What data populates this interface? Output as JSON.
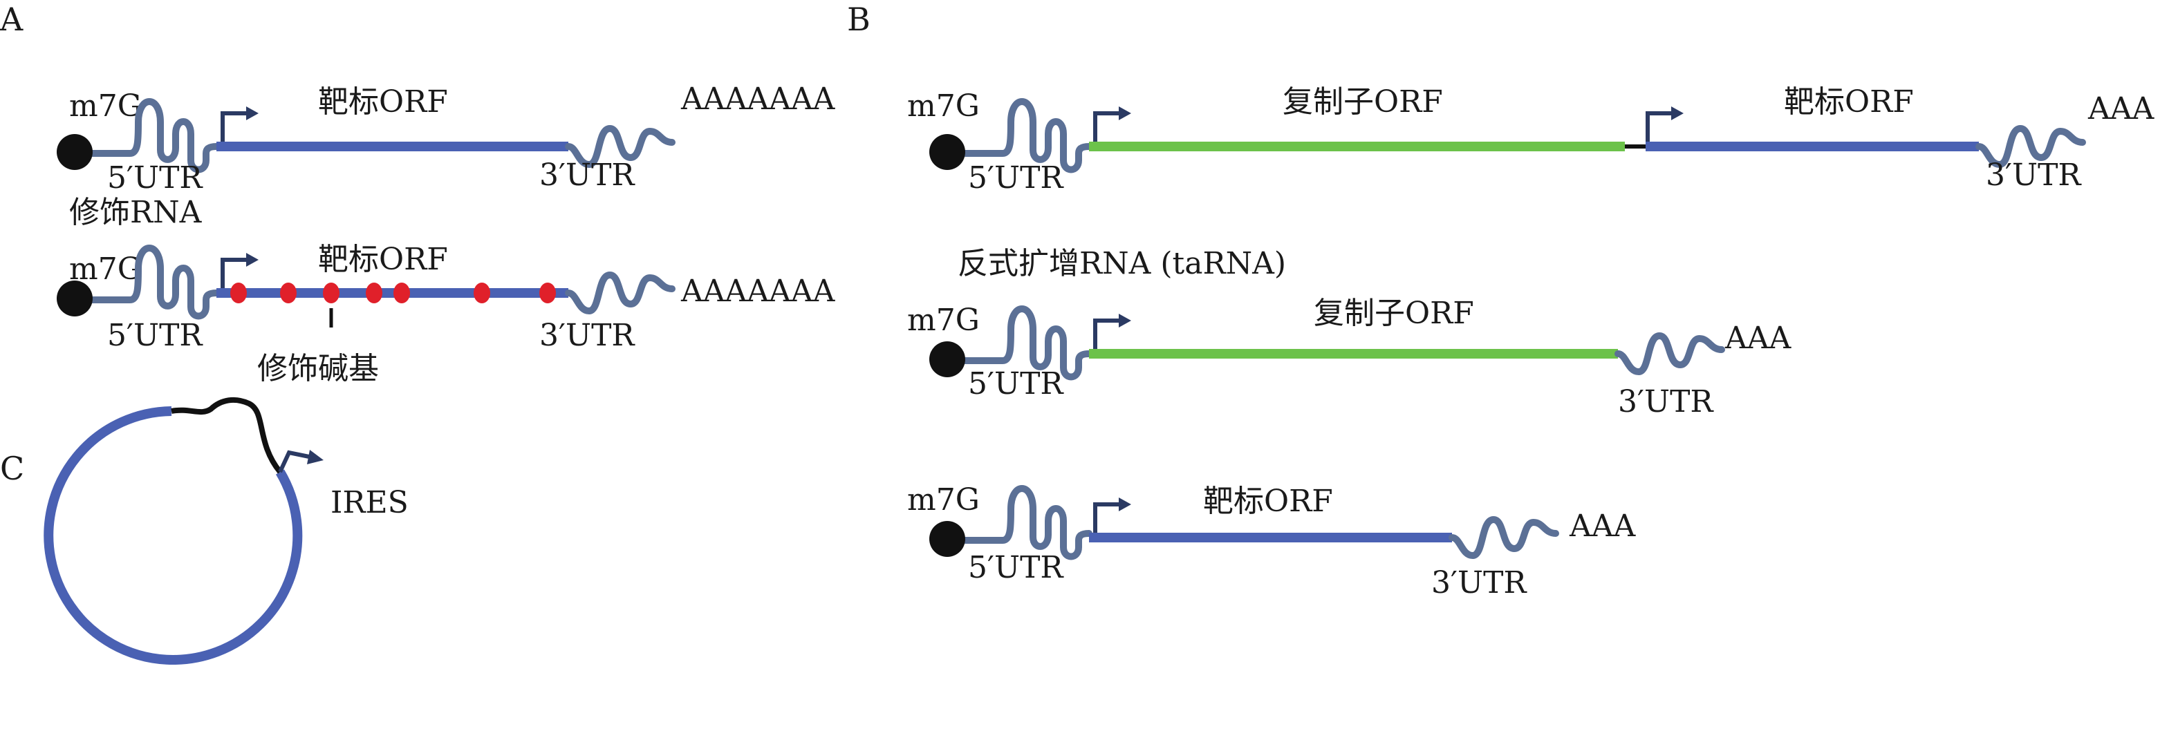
{
  "panels": {
    "a": "A",
    "b": "B",
    "c": "C"
  },
  "labels": {
    "cap": "m7G",
    "utr5": "5′UTR",
    "utr3": "3′UTR",
    "target_orf": "靶标ORF",
    "replicon_orf": "复制子ORF",
    "polyA_long": "AAAAAAA",
    "polyA_short": "AAA",
    "modified_rna": "修饰RNA",
    "modified_base": "修饰碱基",
    "ta_rna": "反式扩增RNA (taRNA)",
    "ires": "IRES"
  },
  "colors": {
    "target_orf": "#4a61b3",
    "replicon_orf": "#6cc24a",
    "modified_base": "#e0202a",
    "utr": "#5b7096",
    "cap": "#111111"
  }
}
